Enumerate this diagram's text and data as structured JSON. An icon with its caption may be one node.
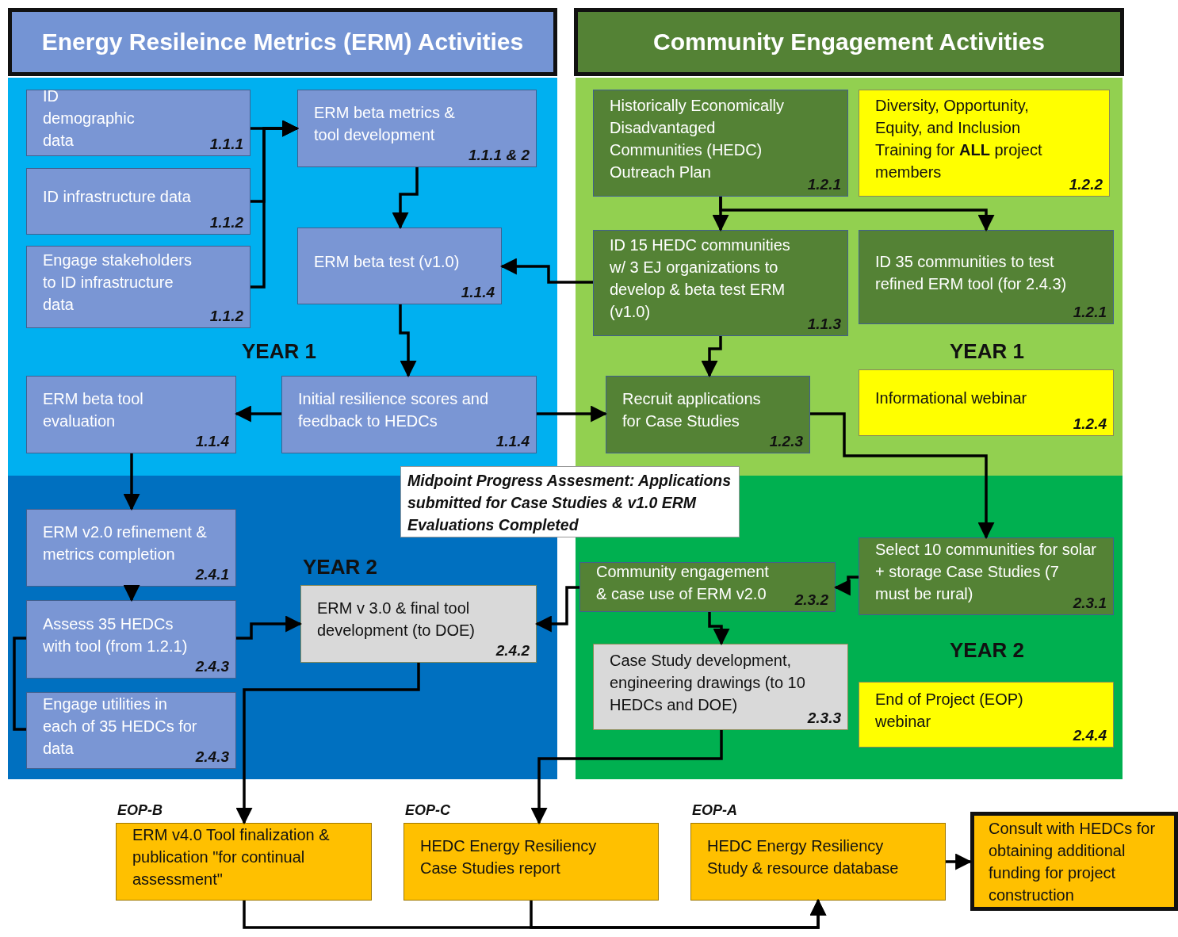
{
  "diagram": {
    "nodes": [
      {
        "text": [
          "Energy Resileince Metrics (ERM) Activities"
        ]
      },
      {
        "text": [
          "Community Engagement Activities"
        ]
      },
      {
        "text": [
          "YEAR 1"
        ]
      },
      {
        "text": [
          "ID demographic data",
          "1.1.1"
        ],
        "in": 2
      },
      {
        "text": [
          "ID infrastructure data",
          "1.1.2"
        ],
        "in": 2
      },
      {
        "text": [
          "Engage stakeholders to ID infrastructure data",
          "1.1.2"
        ],
        "in": 2
      },
      {
        "text": [
          "ERM beta metrics & tool development",
          "1.1.1 & 2"
        ],
        "in": 2
      },
      {
        "text": [
          "ERM beta test (v1.0)",
          "1.1.4"
        ],
        "in": 2
      },
      {
        "text": [
          "ERM beta tool evaluation",
          "1.1.4"
        ],
        "in": 2
      },
      {
        "text": [
          "Initial resilience scores and feedback to HEDCs",
          "1.1.4"
        ],
        "in": 2
      },
      {
        "text": [
          "YEAR 1"
        ]
      },
      {
        "text": [
          "Historically Economically Disadvantaged Communities (HEDC) Outreach Plan",
          "1.2.1"
        ],
        "in": 10
      },
      {
        "text": [
          "Diversity, Opportunity, Equity, and Inclusion Training for **ALL** project members",
          "1.2.2"
        ],
        "in": 10
      },
      {
        "text": [
          "ID 15 HEDC communities w/ 3 EJ organizations to develop & beta test ERM (v1.0)",
          "1.1.3"
        ],
        "in": 10
      },
      {
        "text": [
          "ID 35 communities to test refined ERM tool (for 2.4.3)",
          "1.2.1"
        ],
        "in": 10
      },
      {
        "text": [
          "Recruit applications for Case Studies",
          "1.2.3"
        ],
        "in": 10
      },
      {
        "text": [
          "Informational webinar",
          "1.2.4"
        ],
        "in": 10
      },
      {
        "text": [
          "YEAR 2"
        ]
      },
      {
        "text": [
          "ERM v2.0 refinement & metrics completion",
          "2.4.1"
        ],
        "in": 17
      },
      {
        "text": [
          "Assess 35 HEDCs with tool (from 1.2.1)",
          "2.4.3"
        ],
        "in": 17
      },
      {
        "text": [
          "Engage utilities in each of 35 HEDCs for data",
          "2.4.3"
        ],
        "in": 17
      },
      {
        "text": [
          "ERM v 3.0 & final tool development (to DOE)",
          "2.4.2"
        ],
        "in": 17
      },
      {
        "text": [
          "YEAR 2"
        ]
      },
      {
        "text": [
          "Select 10 communities for solar + storage Case Studies (7 must be rural)",
          "2.3.1"
        ],
        "in": 22
      },
      {
        "text": [
          "Community engagement & case use of ERM v2.0",
          "2.3.2"
        ],
        "in": 22
      },
      {
        "text": [
          "Case Study development, engineering drawings (to 10 HEDCs and DOE)",
          "2.3.3"
        ],
        "in": 22
      },
      {
        "text": [
          "End of Project (EOP) webinar",
          "2.4.4"
        ],
        "in": 22
      },
      {
        "text": [
          "Midpoint Progress Assesment: Applications submitted for Case Studies & v1.0 ERM Evaluations Completed"
        ]
      },
      {
        "text": [
          "ERM v4.0 Tool finalization & publication \"for continual assessment\""
        ],
        "beside": [
          "EOP-B"
        ]
      },
      {
        "text": [
          "HEDC Energy Resiliency Case Studies report"
        ],
        "beside": [
          "EOP-C"
        ]
      },
      {
        "text": [
          "HEDC Energy Resiliency Study & resource database"
        ],
        "beside": [
          "EOP-A"
        ]
      },
      {
        "text": [
          "Consult with HEDCs for obtaining additional funding for project construction"
        ]
      }
    ],
    "edges": [
      {
        "from": 3,
        "to": 6,
        "arrow": "to"
      },
      {
        "from": 4,
        "to": 6,
        "arrow": "to"
      },
      {
        "from": 5,
        "to": 6,
        "arrow": "to"
      },
      {
        "from": 6,
        "to": 7,
        "arrow": "to"
      },
      {
        "from": 13,
        "to": 7,
        "arrow": "to"
      },
      {
        "from": 7,
        "to": 9,
        "arrow": "to"
      },
      {
        "from": 9,
        "to": 8,
        "arrow": "to"
      },
      {
        "from": 9,
        "to": 15,
        "arrow": "to"
      },
      {
        "from": 11,
        "to": 13,
        "arrow": "to"
      },
      {
        "from": 11,
        "to": 14,
        "arrow": "to"
      },
      {
        "from": 13,
        "to": 15,
        "arrow": "to"
      },
      {
        "from": 8,
        "to": 18,
        "arrow": "to"
      },
      {
        "from": 18,
        "to": 19,
        "arrow": "to"
      },
      {
        "from": 19,
        "to": 20,
        "arrow": "none"
      },
      {
        "from": 19,
        "to": 21,
        "arrow": "to"
      },
      {
        "from": 24,
        "to": 21,
        "arrow": "to"
      },
      {
        "from": 15,
        "to": 23,
        "arrow": "to"
      },
      {
        "from": 23,
        "to": 24,
        "arrow": "to"
      },
      {
        "from": 24,
        "to": 25,
        "arrow": "to"
      },
      {
        "from": 21,
        "to": 28,
        "arrow": "to"
      },
      {
        "from": 25,
        "to": 29,
        "arrow": "to"
      },
      {
        "from": 28,
        "to": 30,
        "arrow": "to"
      },
      {
        "from": 29,
        "to": 30,
        "arrow": "to"
      },
      {
        "from": 30,
        "to": 31,
        "arrow": "to"
      }
    ]
  }
}
